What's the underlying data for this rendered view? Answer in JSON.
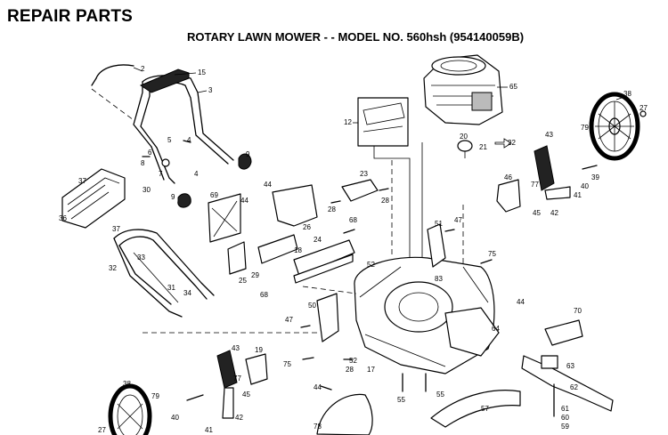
{
  "header": {
    "title": "REPAIR PARTS",
    "subtitle": "ROTARY LAWN MOWER - - MODEL NO. 560hsh (954140059B)"
  },
  "icons": {
    "arrow": "arrow-right-icon"
  },
  "callouts": [
    {
      "ref": "2"
    },
    {
      "ref": "15"
    },
    {
      "ref": "3"
    },
    {
      "ref": "4"
    },
    {
      "ref": "5"
    },
    {
      "ref": "6"
    },
    {
      "ref": "7"
    },
    {
      "ref": "8"
    },
    {
      "ref": "9"
    },
    {
      "ref": "9"
    },
    {
      "ref": "4"
    },
    {
      "ref": "37"
    },
    {
      "ref": "30"
    },
    {
      "ref": "69"
    },
    {
      "ref": "44"
    },
    {
      "ref": "44"
    },
    {
      "ref": "36"
    },
    {
      "ref": "37"
    },
    {
      "ref": "26"
    },
    {
      "ref": "28"
    },
    {
      "ref": "23"
    },
    {
      "ref": "28"
    },
    {
      "ref": "68"
    },
    {
      "ref": "12"
    },
    {
      "ref": "65"
    },
    {
      "ref": "20"
    },
    {
      "ref": "21"
    },
    {
      "ref": "22"
    },
    {
      "ref": "46"
    },
    {
      "ref": "43"
    },
    {
      "ref": "79"
    },
    {
      "ref": "38"
    },
    {
      "ref": "27"
    },
    {
      "ref": "39"
    },
    {
      "ref": "40"
    },
    {
      "ref": "41"
    },
    {
      "ref": "42"
    },
    {
      "ref": "77"
    },
    {
      "ref": "45"
    },
    {
      "ref": "51"
    },
    {
      "ref": "47"
    },
    {
      "ref": "75"
    },
    {
      "ref": "24"
    },
    {
      "ref": "18"
    },
    {
      "ref": "32"
    },
    {
      "ref": "33"
    },
    {
      "ref": "25"
    },
    {
      "ref": "29"
    },
    {
      "ref": "68"
    },
    {
      "ref": "31"
    },
    {
      "ref": "34"
    },
    {
      "ref": "52"
    },
    {
      "ref": "83"
    },
    {
      "ref": "50"
    },
    {
      "ref": "47"
    },
    {
      "ref": "44"
    },
    {
      "ref": "70"
    },
    {
      "ref": "64"
    },
    {
      "ref": "43"
    },
    {
      "ref": "19"
    },
    {
      "ref": "77"
    },
    {
      "ref": "75"
    },
    {
      "ref": "52"
    },
    {
      "ref": "28"
    },
    {
      "ref": "17"
    },
    {
      "ref": "63"
    },
    {
      "ref": "44"
    },
    {
      "ref": "45"
    },
    {
      "ref": "62"
    },
    {
      "ref": "38"
    },
    {
      "ref": "79"
    },
    {
      "ref": "55"
    },
    {
      "ref": "55"
    },
    {
      "ref": "57"
    },
    {
      "ref": "61"
    },
    {
      "ref": "60"
    },
    {
      "ref": "59"
    },
    {
      "ref": "27"
    },
    {
      "ref": "40"
    },
    {
      "ref": "41"
    },
    {
      "ref": "42"
    },
    {
      "ref": "78"
    }
  ]
}
